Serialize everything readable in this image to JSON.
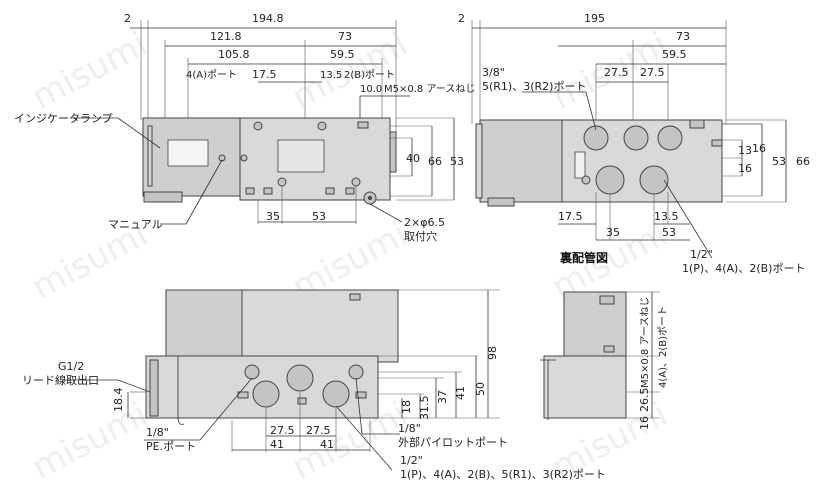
{
  "dimensions": {
    "top_left": {
      "d2": "2",
      "d194_8": "194.8",
      "d73": "73",
      "d121_8": "121.8",
      "d59_5": "59.5",
      "d105_8": "105.8",
      "d17_5": "17.5",
      "d13_5": "13.5",
      "d10_0": "10.0",
      "d40": "40",
      "d66": "66",
      "d53": "53",
      "d35": "35",
      "d53b": "53"
    },
    "top_right": {
      "d2": "2",
      "d195": "195",
      "d73": "73",
      "d59_5": "59.5",
      "d27_5a": "27.5",
      "d27_5b": "27.5",
      "d16": "16",
      "d13": "13",
      "d16b": "16",
      "d53": "53",
      "d66": "66",
      "d17_5": "17.5",
      "d13_5": "13.5",
      "d35": "35",
      "d53b": "53"
    },
    "bottom_left": {
      "d18_4": "18.4",
      "d98": "98",
      "d18": "18",
      "d31_5": "31.5",
      "d37": "37",
      "d41": "41",
      "d50": "50",
      "d27_5a": "27.5",
      "d27_5b": "27.5",
      "d41a": "41",
      "d41b": "41"
    },
    "bottom_right": {
      "d16": "16",
      "d26_5": "26.5"
    }
  },
  "labels": {
    "port4a": "4(A)ポート",
    "port2b": "2(B)ポート",
    "m5_top": "M5×0.8 アースねじ",
    "indicator": "インジケータランプ",
    "manual": "マニュアル",
    "mount_hole": "2×φ6.5",
    "mount_hole2": "取付穴",
    "r38": "3/8\"",
    "r38_ports": "5(R1)、3(R2)ポート",
    "rear_piping": "裏配管図",
    "r12": "1/2\"",
    "r12_ports": "1(P)、4(A)、2(B)ポート",
    "g12": "G1/2",
    "lead": "リード線取出口",
    "r18a": "1/8\"",
    "pe_port": "PE.ポート",
    "r18b": "1/8\"",
    "ext_pilot": "外部パイロットポート",
    "r12b": "1/2\"",
    "r12b_ports": "1(P)、4(A)、2(B)、5(R1)、3(R2)ポート",
    "side_m5": "M5×0.8 アースねじ",
    "side_ports": "4(A)、2(B)ポート"
  }
}
